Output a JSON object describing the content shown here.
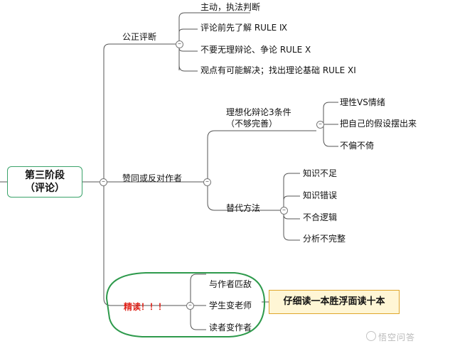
{
  "root": {
    "line1": "第三阶段",
    "line2": "（评论）"
  },
  "branch1": {
    "label": "公正评断",
    "items": [
      "主动，执法判断",
      "评论前先了解 RULE Ⅸ",
      "不要无理辩论、争论 RULE Ⅹ",
      "观点有可能解决；找出理论基础 RULE ⅩⅠ"
    ]
  },
  "branch2": {
    "label": "赞同或反对作者",
    "sub1": {
      "line1": "理想化辩论3条件",
      "line2": "（不够完善）",
      "items": [
        "理性VS情绪",
        "把自己的假设摆出来",
        "不偏不倚"
      ]
    },
    "sub2": {
      "label": "替代方法",
      "items": [
        "知识不足",
        "知识错误",
        "不合逻辑",
        "分析不完整"
      ]
    }
  },
  "branch3": {
    "label": "精读！！！",
    "items": [
      "与作者匹敌",
      "学生变老师",
      "读者变作者"
    ]
  },
  "callout": "仔细读一本胜浮面读十本",
  "watermark": "悟空问答",
  "colors": {
    "line": "#555555",
    "root_border": "#3aa36a",
    "highlight_ellipse": "#2e9a4c",
    "callout_fill": "#fff6d5",
    "callout_border": "#e0a62b",
    "red_text": "#e0251c"
  }
}
